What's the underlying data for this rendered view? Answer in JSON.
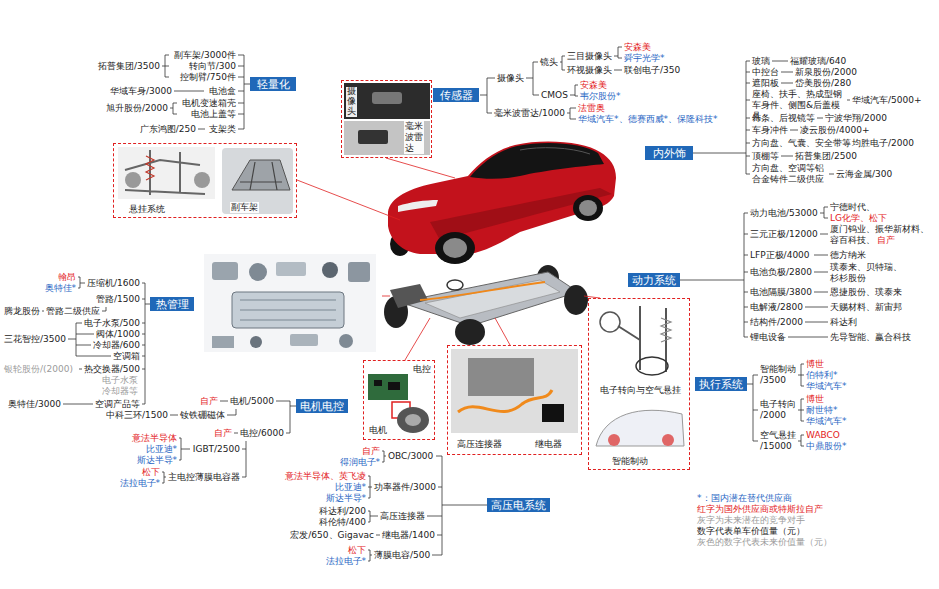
{
  "diagram": {
    "nodes": [
      {
        "text": [
          "悬挂系统",
          "副车架"
        ]
      },
      {
        "text": [
          "轻量化"
        ]
      },
      {
        "text": [
          "摄像头",
          "毫米波雷达"
        ]
      },
      {
        "text": [
          "传感器"
        ]
      },
      {
        "text": [
          "内外饰"
        ]
      },
      {
        "text": [
          "热管理"
        ]
      },
      {
        "text": [
          "动力系统"
        ]
      },
      {
        "text": [
          "电子转向与空气悬挂",
          "智能制动"
        ]
      },
      {
        "text": [
          "执行系统"
        ]
      },
      {
        "text": [
          "电控",
          "电机"
        ]
      },
      {
        "text": [
          "电机电控"
        ]
      },
      {
        "text": [
          "高压连接器",
          "继电器"
        ]
      },
      {
        "text": [
          "高压电系统"
        ]
      }
    ],
    "labels": [
      "副车架/3000件",
      "转向节/300",
      "控制臂/750件",
      "拓普集团/3500",
      "华域车身/3000",
      "电池盒",
      "旭升股份/2000",
      "电机变速箱壳",
      "电池上盖等",
      "广东鸿图/250",
      "支架类",
      "摄像头",
      "镜头",
      "三目摄像头",
      "环视摄像头",
      "安森美",
      "舜宇光学*",
      "联创电子/350",
      "CMOS",
      "安森美",
      "韦尔股份*",
      "毫米波雷达/1000",
      "法雷奥",
      "华域汽车*、德赛西威*、保隆科技*",
      "玻璃",
      "福耀玻璃/640",
      "中控台",
      "新泉股份/2000",
      "遮阳板",
      "岱美股份/280",
      "座椅、扶手、热成型钢 车身件、侧围&后盖模具",
      "华域汽车/5000+",
      "饰条、后视镜等",
      "宁波华翔/2000",
      "车身冲件",
      "凌云股份/4000+",
      "方向盘、气囊、安全带等",
      "均胜电子/2000",
      "顶棚等",
      "拓普集团/2500",
      "方向盘、空调等铝 合金铸件二级供应",
      "云海金属/300",
      "动力电池/53000",
      "宁德时代、",
      "LG化学、松下",
      "三元正极/12000",
      "厦门钨业、振华新材料、 容百科技、",
      "自产",
      "LFP正极/4000",
      "德方纳米",
      "电池负极/2800",
      "璞泰来、贝特瑞、 杉杉股份",
      "电池隔膜/3800",
      "恩捷股份、璞泰来",
      "电解液/2800",
      "天赐材料、新宙邦",
      "结构件/2000",
      "科达利",
      "锂电设备",
      "先导智能、赢合科技",
      "智能制动 /3500",
      "博世",
      "伯特利*",
      "华域汽车*",
      "电子转向 /2000",
      "博世",
      "耐世特*",
      "华域汽车*",
      "空气悬挂 /15000",
      "WABCO",
      "中鼎股份*",
      "自产",
      "得润电子*",
      "OBC/3000",
      "意法半导体、英飞凌",
      "比亚迪*",
      "斯达半导*",
      "功率器件/3000",
      "科达利/200",
      "科伦特/400",
      "高压连接器",
      "宏发/650、Gigavac",
      "继电器/1400",
      "松下",
      "法拉电子*",
      "薄膜电容/500",
      "自产",
      "电机/5000",
      "钕铁硼磁体",
      "中科三环/1500",
      "自产",
      "电控/6000",
      "意法半导体",
      "比亚迪*",
      "斯达半导*",
      "IGBT/2500",
      "松下",
      "法拉电子*",
      "主电控薄膜电容器",
      "翰昂",
      "奥特佳*",
      "压缩机/1600",
      "管路/1500",
      "腾龙股份",
      "管路二级供应",
      "电子水泵/500",
      "阀体/1000",
      "冷却器/600",
      "空调箱",
      "三花智控/3500",
      "热交换器/500",
      "银轮股份/(2000)",
      "电子水泵 冷却器等",
      "空调产品等",
      "奥特佳/3000",
      "*：国内潜在替代供应商",
      "红字为国外供应商或特斯拉自产",
      "灰字为未来潜在的竞争对手",
      "数字代表单车价值量（元）",
      "灰色的数字代表未来价值量（元）"
    ]
  }
}
